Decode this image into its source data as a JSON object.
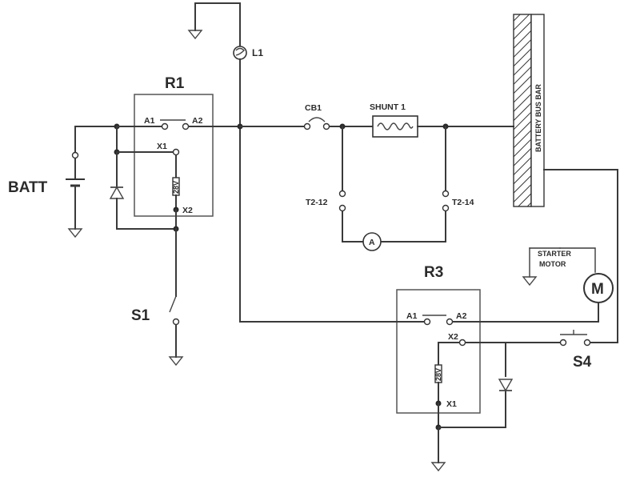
{
  "labels": {
    "batt": "BATT",
    "r1": "R1",
    "r3": "R3",
    "s1": "S1",
    "s4": "S4",
    "l1": "L1",
    "cb1": "CB1",
    "shunt1": "SHUNT 1",
    "t2_12": "T2-12",
    "t2_14": "T2-14",
    "ammeter": "A",
    "motor_symbol": "M",
    "starter_motor_line1": "STARTER",
    "starter_motor_line2": "MOTOR",
    "battery_bus_bar": "BATTERY BUS BAR",
    "r1_a1": "A1",
    "r1_a2": "A2",
    "r1_x1": "X1",
    "r1_x2": "X2",
    "r1_coil": "28V",
    "r3_a1": "A1",
    "r3_a2": "A2",
    "r3_x1": "X1",
    "r3_x2": "X2",
    "r3_coil": "28V"
  }
}
